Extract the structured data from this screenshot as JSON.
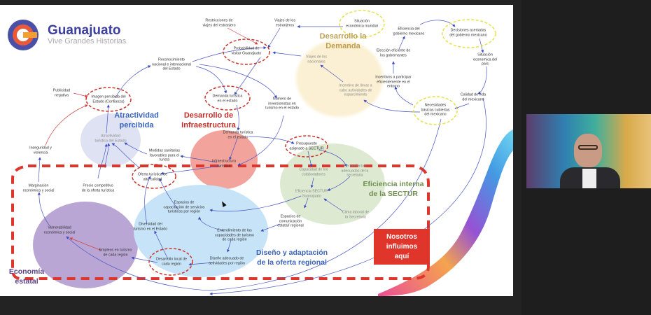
{
  "logo": {
    "name": "Guanajuato",
    "tagline": "Vive Grandes Historias"
  },
  "titles": {
    "demanda": "Desarrollo la\nDemanda",
    "atractividad": "Atractividad\npercibida",
    "infraestructura": "Desarrollo de\nInfraestructura",
    "eficiencia": "Eficiencia interna\nde la SECTUR",
    "diseno": "Diseño y adaptación\nde la oferta regional",
    "economia": "Economía\nestatal"
  },
  "callout": "Nosotros\ninfluimos\naquí",
  "nodes": {
    "restricciones": "Restricciones de\nviajes del estranjero",
    "viajes_extranjeros": "Viajes de los\nestranjeros",
    "situacion_mundial": "Situación\neconómica mundial",
    "probabilidad": "Probabilidad de\nvisitar Guanajuato",
    "reconocimiento": "Reconocimiento\nnacional e internacional\ndel Estado",
    "viajes_nacionales": "Viajes de los\nnacionales",
    "incentivo_esparcimiento": "Incentivo de llevar a\ncabo actividades de\nesparcimiento",
    "eficiencia_gobierno": "Eficiencia del\ngobierno mexicano",
    "decisiones": "Decisiones acertadas\ndel gobierno mexicano",
    "eleccion": "Elección eficiente de\nlos gobernantes",
    "situacion_pais": "Situación\neconomica del país",
    "incentivos_participar": "Incentivos a participar\neficientemente en el\nentorno",
    "calidad_vida": "Calidad de vida\ndel mexicano",
    "necesidades": "Necesidades\nbásicas cubiertas\ndel mexicano",
    "publicidad": "Publicidad\nnegativa",
    "imagen": "Imagen percibida del\nEstado (Confianza)",
    "demanda_turistica": "Demanda turística\nen el estado",
    "inversionistas": "Número de\ninversionistas en\nturismo en el estado",
    "atractividad_turistica": "Atractividad\nturística del Estado",
    "demanda_turistica_2": "Demanda turística\nen el estado",
    "presupuesto": "Presupuesto\nasignado a SECTUR",
    "inseguridad": "Inseguridad y\nviolencia",
    "medidas": "Medidas sanitarias\nfavorables para el\nturista",
    "infraestructura_turistica": "Infraestructura\nturística",
    "capacidad": "Capacidad de los\ncolaboradores",
    "herramientas": "Herramientas\nadecuadas de la\nsecretaria",
    "oferta": "Oferta turística de\nalta calidad",
    "precio": "Precio competitivo\nde la oferta turística",
    "marginacion": "Marginación\neconómica y social",
    "eficiencia_sectur": "Eficiencia SECTUR\nGuanajuato",
    "espacios_capacitacion": "Espacios de\ncapacitación de servicios\nturísticos por región",
    "clima": "Clima laboral de\nla Secretaria",
    "espacios_comunicacion": "Espacios de\ncomunicación\nestatal/ regional",
    "diversidad": "Diversidad del\nturismo en el Estado",
    "vulnerabilidad": "Vulnerabilidad\neconómica y social",
    "entendimiento": "Entendimiento de las\ncapacidades de turismo\nde cada región",
    "empleos": "Empleos en turismo\nde cada región",
    "desarrollo_local": "Desarrollo local de\ncada región",
    "diseno_adecuado": "Diseño adecuado de\nactividades por región"
  },
  "colors": {
    "red": "#e0352b",
    "blue_title": "#3a64b8",
    "red_title": "#c0302a",
    "gold_title": "#b08a2a",
    "green_title": "#6f8f4f",
    "purple_title": "#5a3f8c"
  }
}
